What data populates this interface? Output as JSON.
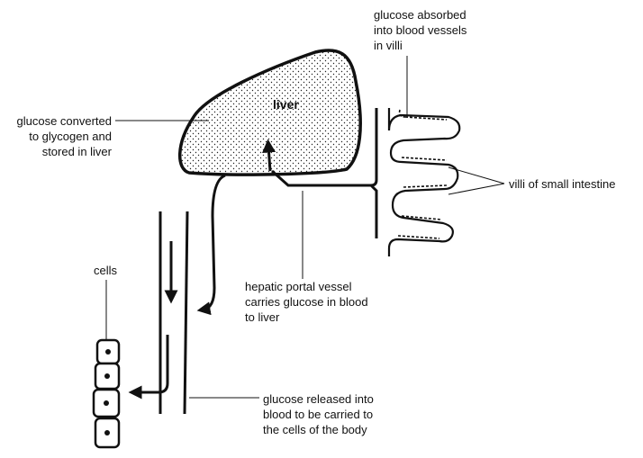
{
  "labels": {
    "liver": "liver",
    "absorbed": [
      "glucose absorbed",
      "into blood vessels",
      "in villi"
    ],
    "converted": [
      "glucose converted",
      "to glycogen and",
      "stored in liver"
    ],
    "villi": "villi of small intestine",
    "cells": "cells",
    "portal": [
      "hepatic portal vessel",
      "carries glucose in blood",
      "to  liver"
    ],
    "released": [
      "glucose released into",
      "blood to be carried  to",
      "the cells of the  body"
    ]
  },
  "colors": {
    "ink": "#111111",
    "background": "#ffffff"
  }
}
